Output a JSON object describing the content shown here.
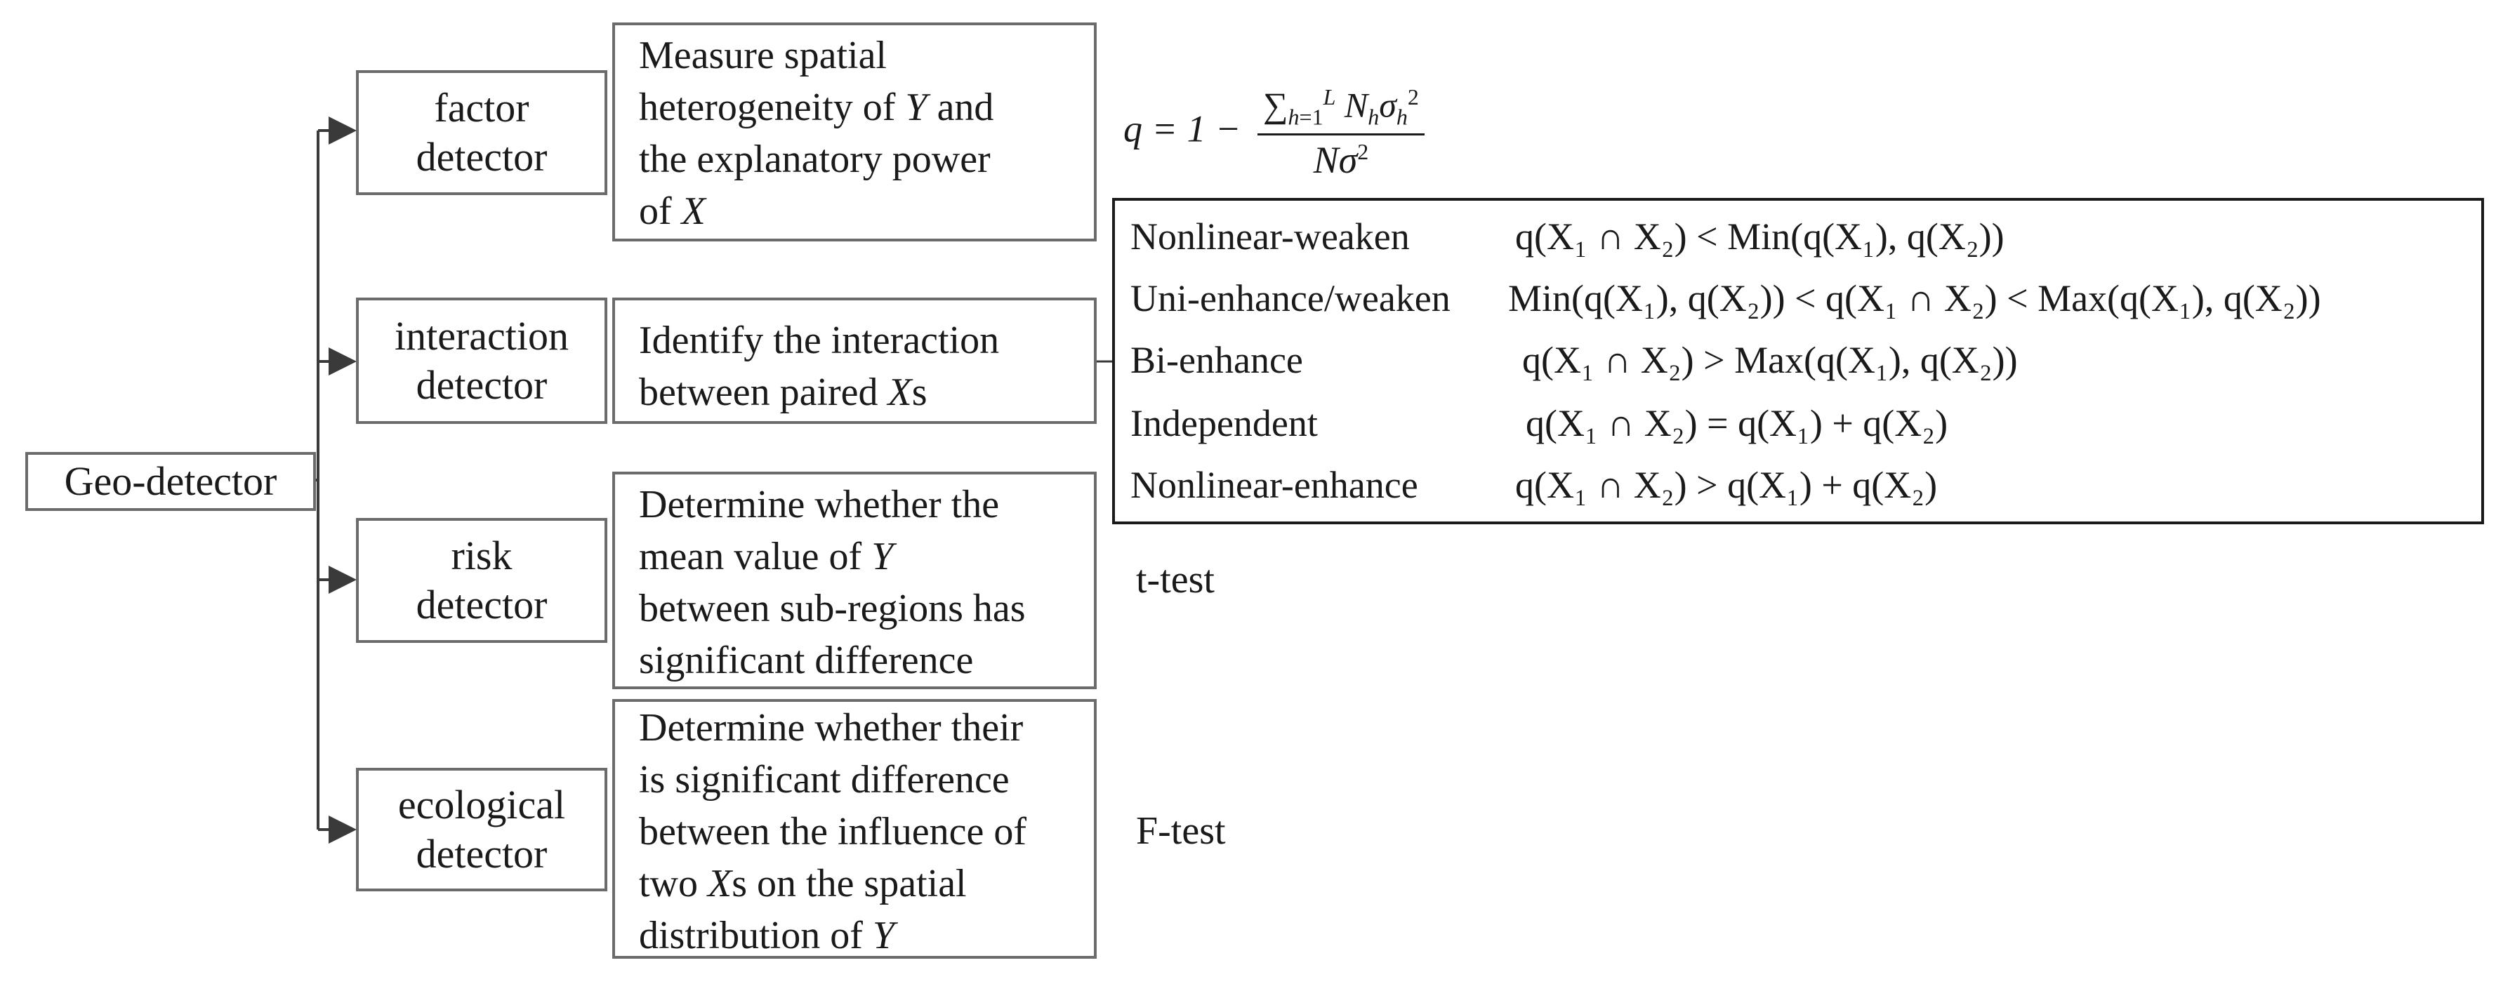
{
  "root": {
    "label": "Geo-detector"
  },
  "detectors": [
    {
      "label": [
        "factor",
        "detector"
      ],
      "test": ""
    },
    {
      "label": [
        "interaction",
        "detector"
      ],
      "test": ""
    },
    {
      "label": [
        "risk",
        "detector"
      ],
      "test": "t-test"
    },
    {
      "label": [
        "ecological",
        "detector"
      ],
      "test": "F-test"
    }
  ],
  "descriptions": {
    "factor": [
      "Measure spatial",
      "heterogeneity of ",
      "Y",
      " and",
      "the explanatory power",
      "of ",
      "X"
    ],
    "interaction": [
      "Identify the interaction",
      "between paired ",
      "X",
      "s"
    ],
    "risk": [
      "Determine whether the",
      "mean value of ",
      "Y",
      "between sub-regions has",
      "significant difference"
    ],
    "ecological": [
      "Determine whether their",
      "is significant difference",
      "between the influence of",
      "two ",
      "X",
      "s on the spatial",
      "distribution of ",
      "Y"
    ]
  },
  "formula": {
    "lhs": "q = 1 −",
    "numerator": "∑",
    "denominator": "Nσ"
  },
  "interaction_rules": [
    {
      "name": "Nonlinear-weaken",
      "condition": "q(X₁ ∩ X₂) < Min(q(X₁), q(X₂))"
    },
    {
      "name": "Uni-enhance/weaken",
      "condition": "Min(q(X₁), q(X₂)) < q(X₁ ∩ X₂) < Max(q(X₁), q(X₂))"
    },
    {
      "name": "Bi-enhance",
      "condition": "q(X₁ ∩ X₂) > Max(q(X₁), q(X₂))"
    },
    {
      "name": "Independent",
      "condition": "q(X₁ ∩ X₂) = q(X₁) + q(X₂)"
    },
    {
      "name": "Nonlinear-enhance",
      "condition": "q(X₁ ∩ X₂) > q(X₁) + q(X₂)"
    }
  ]
}
